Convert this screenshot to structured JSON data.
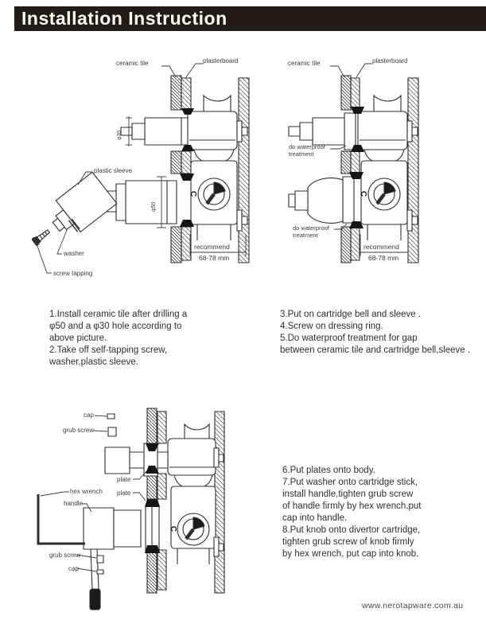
{
  "header": {
    "title": "Installation Instruction"
  },
  "colors": {
    "header_bg": "#231b18",
    "ink": "#2e2e2e",
    "seal_black": "#161616"
  },
  "d1": {
    "ceramic_tile": "ceramic tile",
    "plasterboard": "plasterboard",
    "plastic_sleeve": "plastic sleeve",
    "washer": "washer",
    "screw_tapping": "screw tapping",
    "dim30": "φ30",
    "dim50": "φ50",
    "recommend": "recommend",
    "recommend_mm": "68-78 mm",
    "c_mark": "C"
  },
  "d2": {
    "ceramic_tile": "ceramic tile",
    "plasterboard": "plasterboard",
    "wp1": "do waterproof\ntreatment",
    "wp2": "do waterproof\ntreatment",
    "recommend": "recommend",
    "recommend_mm": "68-78 mm",
    "c_mark": "C"
  },
  "d3": {
    "cap_top": "cap",
    "grub_top": "grub screw",
    "plate1": "plate",
    "plate2": "plate",
    "hex_wrench": "hex wrench",
    "handle": "handle",
    "grub_bottom": "grub screw",
    "cap_bottom": "cap",
    "c_mark": "C"
  },
  "steps": {
    "block1": "1.Install ceramic tile after drilling a\nφ50 and a φ30 hole according to\nabove picture.\n2.Take off self-tapping screw,\nwasher,plastic sleeve.",
    "block2": "3.Put on cartridge bell and sleeve .\n4.Screw on dressing ring.\n5.Do waterproof treatment for gap\nbetween ceramic tile and cartridge bell,sleeve .",
    "block3": "6.Put plates onto body.\n7.Put washer onto cartridge stick,\ninstall handle,tighten grub screw\nof handle firmly by hex wrench,put\ncap into handle.\n8.Put knob onto divertor cartridge,\ntighten grub screw of knob firmly\nby hex wrench, put cap into knob."
  },
  "footer": {
    "website": "www.nerotapware.com.au"
  }
}
